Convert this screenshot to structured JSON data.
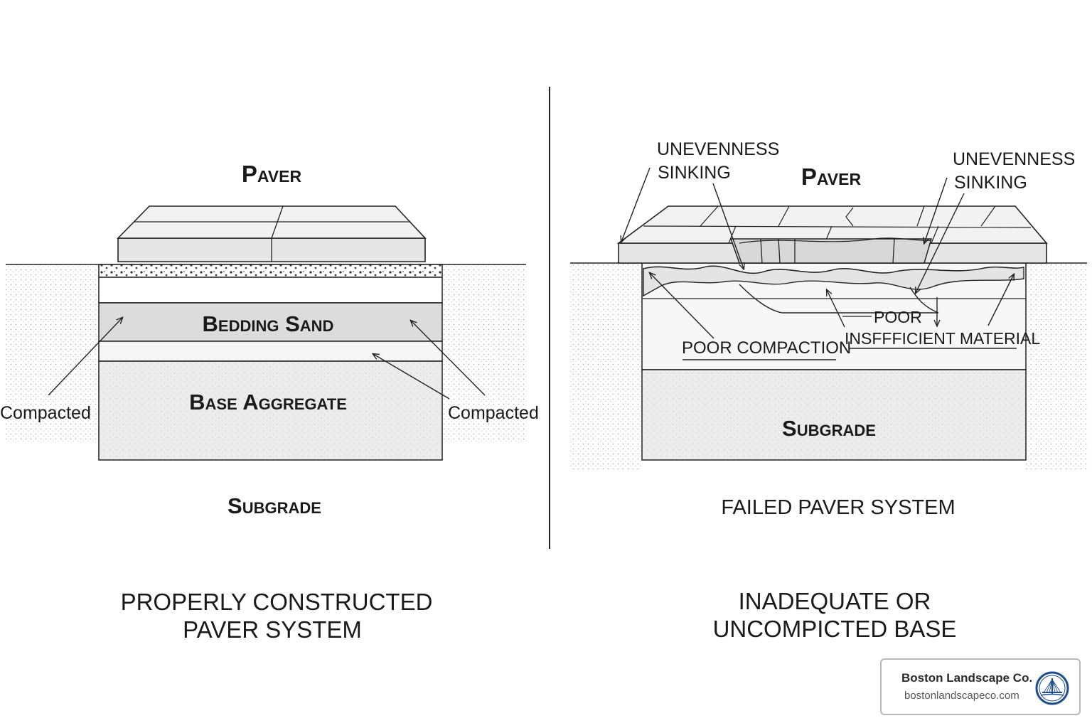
{
  "left": {
    "paver_label": "Paver",
    "sand_label": "Bedding Sand",
    "base_label": "Base Aggregate",
    "subgrade_label": "Subgrade",
    "compacted_left": "Compacted",
    "compacted_right": "Compacted",
    "caption_line1": "PROPERLY CONSTRUCTED",
    "caption_line2": "PAVER SYSTEM"
  },
  "right": {
    "unevenness_left": "UNEVENNESS",
    "sinking_left": "SINKING",
    "paver_label": "Paver",
    "unevenness_right": "UNEVENNESS",
    "sinking_right": "SINKING",
    "poor_label": "POOR",
    "insufficient_label": "INSFFFICIENT MATERIAL",
    "poor_compaction_label": "POOR COMPACTION",
    "subgrade_label": "Subgrade",
    "system_label": "FAILED PAVER SYSTEM",
    "caption_line1": "INADEQUATE OR",
    "caption_line2": "UNCOMPICTED BASE"
  },
  "badge": {
    "name": "Boston Landscape Co.",
    "url": "bostonlandscapeco.com",
    "logo_icon": "bridge-logo-icon"
  },
  "colors": {
    "line": "#222222",
    "sand_fill": "#dcdcdc",
    "aggregate_fill": "#eeeeee",
    "soil_dots": "#9a9a9a",
    "logo_blue": "#1f4e8c"
  }
}
